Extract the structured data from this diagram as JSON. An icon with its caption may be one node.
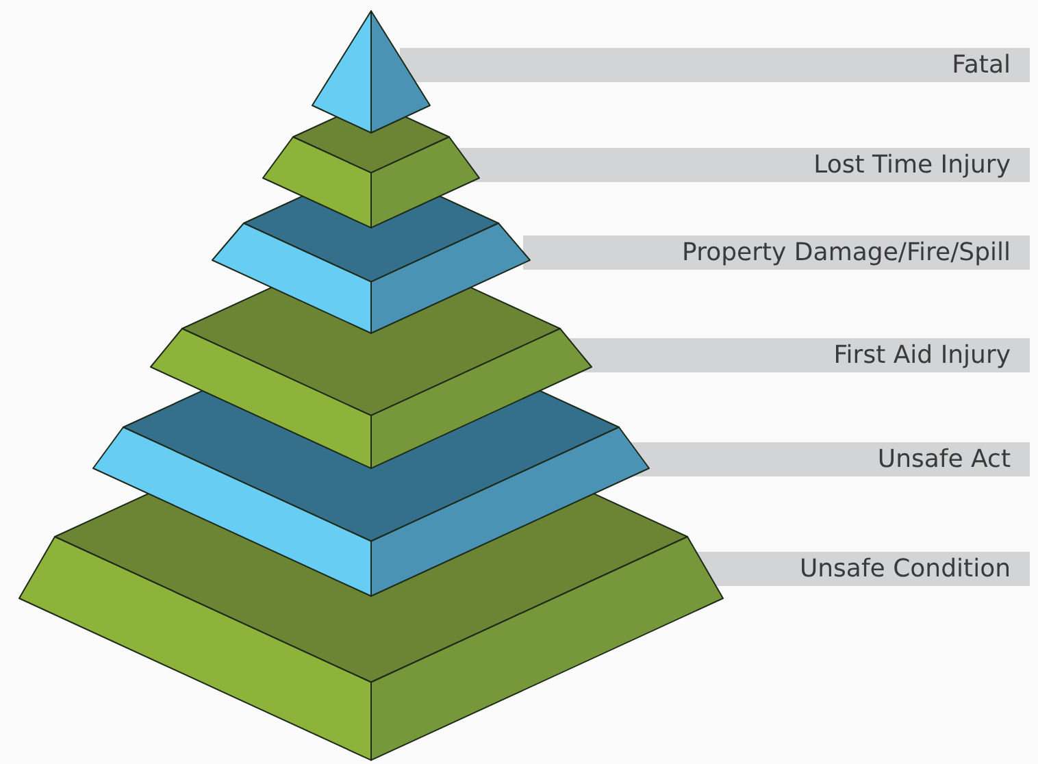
{
  "diagram": {
    "nodes": [
      {
        "text": [
          "Fatal"
        ]
      },
      {
        "text": [
          "Lost Time Injury"
        ]
      },
      {
        "text": [
          "Property Damage/Fire/Spill"
        ]
      },
      {
        "text": [
          "First Aid Injury"
        ]
      },
      {
        "text": [
          "Unsafe Act"
        ]
      },
      {
        "text": [
          "Unsafe Condition"
        ]
      }
    ]
  }
}
